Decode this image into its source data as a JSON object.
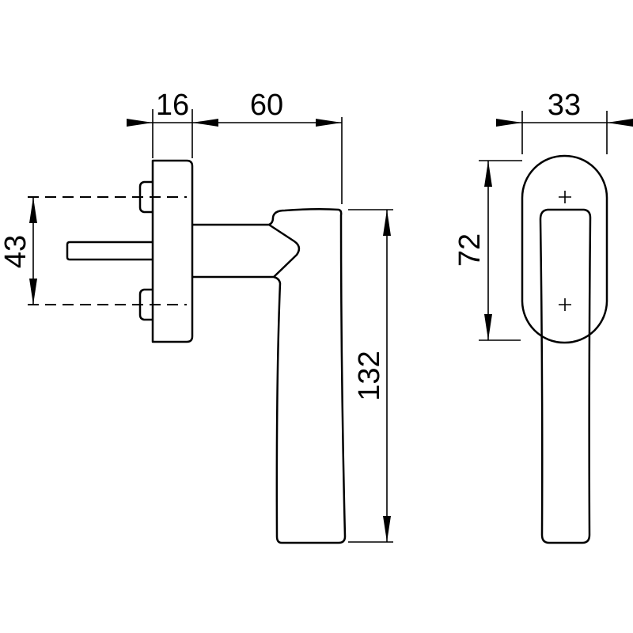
{
  "dimensions": {
    "rosette_thickness": "16",
    "projection": "60",
    "bolt_spacing": "43",
    "handle_length": "132",
    "rosette_width": "33",
    "rosette_height": "72"
  },
  "colors": {
    "line": "#000000",
    "background": "#ffffff"
  }
}
